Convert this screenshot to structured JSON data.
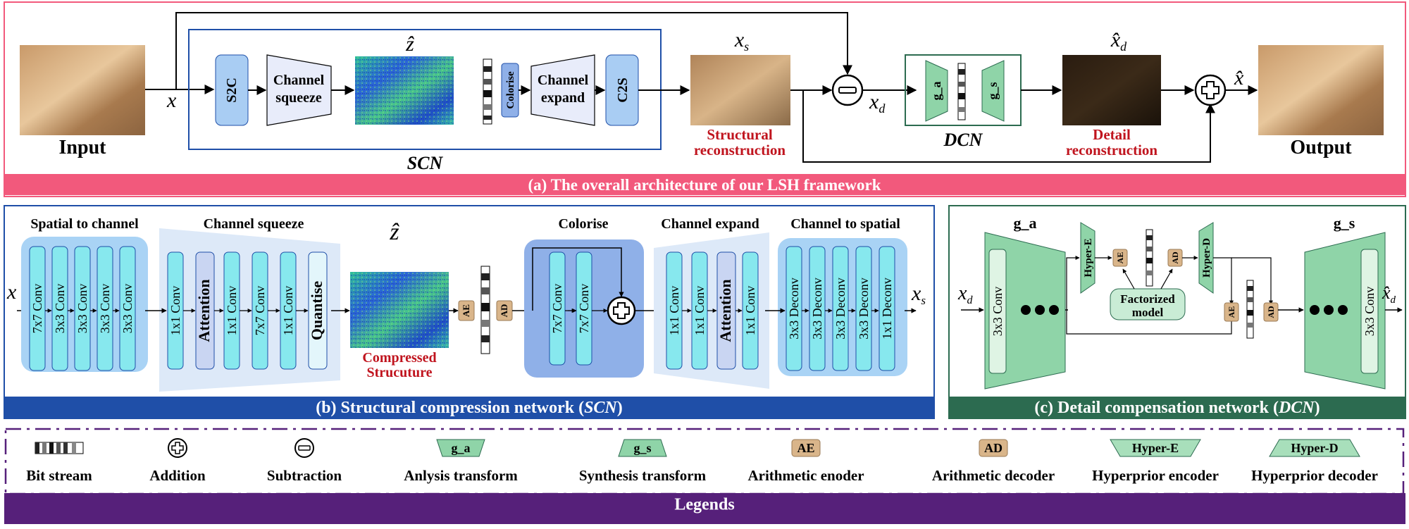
{
  "colors": {
    "pink_frame": "#f2597c",
    "blue_frame": "#1f4fa8",
    "green_frame": "#2c6b50",
    "purple_frame": "#56207a",
    "red_text": "#c0141e",
    "cyan_block": "#87e8ee",
    "green_block": "#8fd4a8",
    "tan_block": "#d9b58a"
  },
  "overall": {
    "caption": "(a) The overall architecture of our LSH framework",
    "input_label": "Input",
    "output_label": "Output",
    "x_label": "x",
    "x_hat_label": "x̂",
    "xs_label": "xs",
    "xd_label": "xd",
    "z_hat_label": "ẑ",
    "xd_hat_label": "x̂d",
    "s2c": "S2C",
    "channel_squeeze_1": "Channel",
    "channel_squeeze_2": "squeeze",
    "colorise": "Colorise",
    "channel_expand_1": "Channel",
    "channel_expand_2": "expand",
    "c2s": "C2S",
    "scn_label": "SCN",
    "dcn_label": "DCN",
    "ga": "g_a",
    "gs": "g_s",
    "structural_1": "Structural",
    "structural_2": "reconstruction",
    "detail_1": "Detail",
    "detail_2": "reconstruction"
  },
  "scn": {
    "caption_prefix": "(b) Structural  compression network (",
    "caption_italic": "SCN",
    "caption_suffix": ")",
    "spatial_to_channel": "Spatial to channel",
    "channel_squeeze": "Channel squeeze",
    "colorise": "Colorise",
    "channel_expand": "Channel expand",
    "channel_to_spatial": "Channel to spatial",
    "s2c_layers": [
      "7x7 Conv",
      "3x3 Conv",
      "3x3 Conv",
      "3x3 Conv",
      "3x3 Conv"
    ],
    "squeeze_layers": [
      "1x1 Conv",
      "Attention",
      "1x1 Conv",
      "7x7 Conv",
      "1x1 Conv",
      "Quantise"
    ],
    "colorise_layers": [
      "7x7 Conv",
      "7x7 Conv"
    ],
    "expand_layers": [
      "1x1 Conv",
      "1x1 Conv",
      "Attention",
      "1x1 Conv"
    ],
    "c2s_layers": [
      "3x3 Deconv",
      "3x3 Deconv",
      "3x3 Deconv",
      "3x3 Deconv",
      "1x1 Deconv"
    ],
    "compressed_1": "Compressed",
    "compressed_2": "Strucuture",
    "ae": "AE",
    "ad": "AD",
    "z_hat": "ẑ",
    "x_in": "x",
    "xs_out": "xs"
  },
  "dcn": {
    "caption_prefix": "(c) Detail compensation network (",
    "caption_italic": "DCN",
    "caption_suffix": ")",
    "ga": "g_a",
    "gs": "g_s",
    "ga_layer": "3x3 Conv",
    "gs_layer": "3x3 Conv",
    "hyper_e": "Hyper-E",
    "hyper_d": "Hyper-D",
    "factorized_1": "Factorized",
    "factorized_2": "model",
    "ae": "AE",
    "ad": "AD",
    "xd_in": "xd",
    "xd_hat_out": "x̂d"
  },
  "legends": {
    "caption": "Legends",
    "items": [
      {
        "symbol": "bitstream",
        "label": "Bit stream"
      },
      {
        "symbol": "addition",
        "label": "Addition"
      },
      {
        "symbol": "subtraction",
        "label": "Subtraction"
      },
      {
        "symbol": "g_a",
        "symbol_text": "g_a",
        "label": "Anlysis transform"
      },
      {
        "symbol": "g_s",
        "symbol_text": "g_s",
        "label": "Synthesis transform"
      },
      {
        "symbol": "AE",
        "symbol_text": "AE",
        "label": "Arithmetic enoder"
      },
      {
        "symbol": "AD",
        "symbol_text": "AD",
        "label": "Arithmetic decoder"
      },
      {
        "symbol": "hyper_e",
        "symbol_text": "Hyper-E",
        "label": "Hyperprior encoder"
      },
      {
        "symbol": "hyper_d",
        "symbol_text": "Hyper-D",
        "label": "Hyperprior decoder"
      }
    ]
  }
}
